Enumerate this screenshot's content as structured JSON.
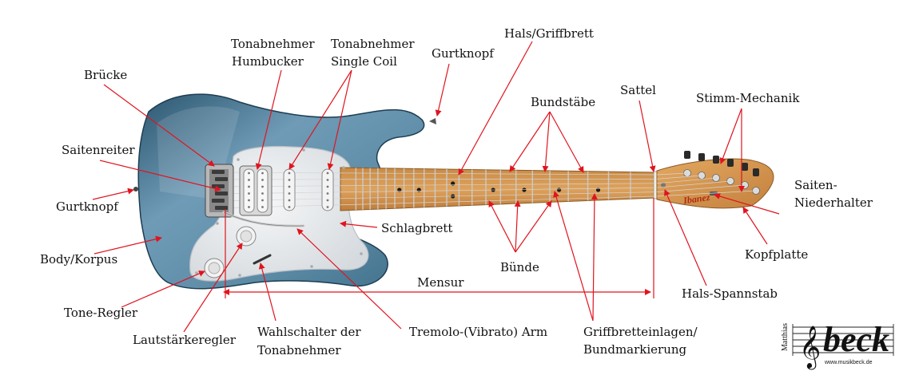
{
  "colors": {
    "arrow": "#e0141e",
    "body": "#5b8aa5",
    "body_dark": "#2c5670",
    "pickguard": "#e9ecef",
    "neck": "#d69a52",
    "headstock": "#d89a4f"
  },
  "labels": {
    "pickup_humbucker": [
      "Tonabnehmer",
      "Humbucker"
    ],
    "pickup_single": [
      "Tonabnehmer",
      "Single Coil"
    ],
    "strap_top": "Gurtknopf",
    "neck": "Hals/Griffbrett",
    "bridge": "Brücke",
    "frets": "Bundstäbe",
    "nut": "Sattel",
    "tuners": "Stimm-Mechanik",
    "saddles": "Saitenreiter",
    "string_retainer": [
      "Saiten-",
      "Niederhalter"
    ],
    "strap_side": "Gurtknopf",
    "pickguard": "Schlagbrett",
    "body": "Body/Korpus",
    "fret_spaces": "Bünde",
    "headstock": "Kopfplatte",
    "scale": "Mensur",
    "truss_rod": "Hals-Spannstab",
    "tone": "Tone-Regler",
    "volume": "Lautstärkeregler",
    "switch": [
      "Wahlschalter der",
      "Tonabnehmer"
    ],
    "tremolo": "Tremolo-(Vibrato) Arm",
    "inlays": [
      "Griffbretteinlagen/",
      "Bundmarkierung"
    ]
  },
  "headstock_logo": "Ibanez",
  "brand": {
    "name": "beck",
    "first_name": "Matthias",
    "url": "www.musikbeck.de"
  }
}
